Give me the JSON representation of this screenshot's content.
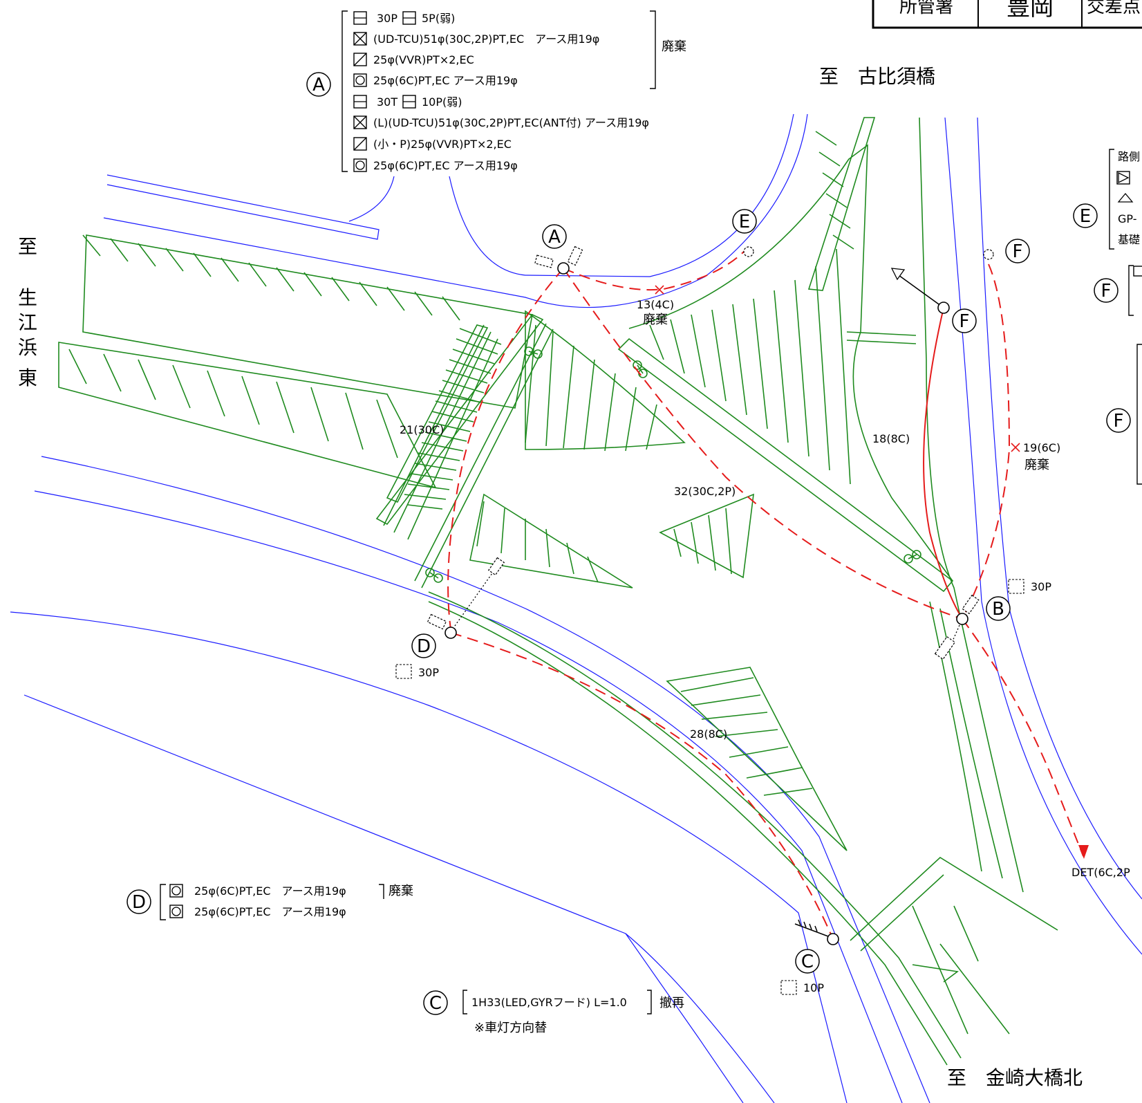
{
  "header": {
    "col1": "所管署",
    "col2": "豊岡",
    "col3": "交差点"
  },
  "directions": {
    "north": "至　古比須橋",
    "south": "至　金崎大橋北",
    "west_chars": [
      "至",
      "生",
      "江",
      "浜",
      "東"
    ]
  },
  "pole_labels": {
    "A": "A",
    "B": "B",
    "C": "C",
    "D": "D",
    "E": "E",
    "F": "F"
  },
  "legend_A": {
    "marker": "A",
    "lines": [
      "30P",
      "5P(弱)",
      "(UD-TCU)51φ(30C,2P)PT,EC　アース用19φ",
      "25φ(VVR)PT×2,EC",
      "25φ(6C)PT,EC アース用19φ",
      "30T",
      "10P(弱)",
      "(L)(UD-TCU)51φ(30C,2P)PT,EC(ANT付) アース用19φ",
      "(小・P)25φ(VVR)PT×2,EC",
      "25φ(6C)PT,EC アース用19φ"
    ],
    "scrap_label": "廃棄"
  },
  "legend_C": {
    "marker": "C",
    "line": "1H33(LED,GYRフード) L=1.0",
    "action": "撤再",
    "note": "※車灯方向替"
  },
  "legend_D": {
    "marker": "D",
    "line1": "25φ(6C)PT,EC　アース用19φ",
    "line1_action": "廃棄",
    "line2": "25φ(6C)PT,EC　アース用19φ"
  },
  "legend_E": {
    "marker": "E",
    "line1": "路側",
    "line2": "GP-",
    "line3": "基礎"
  },
  "legend_F_small": {
    "marker": "F"
  },
  "legend_F_large": {
    "marker": "F"
  },
  "cables": {
    "c13": "13(4C)",
    "c13_note": "廃棄",
    "c21": "21(30C)",
    "c18": "18(8C)",
    "c19": "19(6C)",
    "c19_note": "廃棄",
    "c32": "32(30C,2P)",
    "c28": "28(8C)",
    "det": "DET(6C,2P"
  },
  "boxes": {
    "box_B": "30P",
    "box_D": "30P",
    "box_C": "10P"
  },
  "colors": {
    "road": "#1a1aff",
    "marking": "#1e8a1e",
    "cable": "#e51b1b"
  }
}
